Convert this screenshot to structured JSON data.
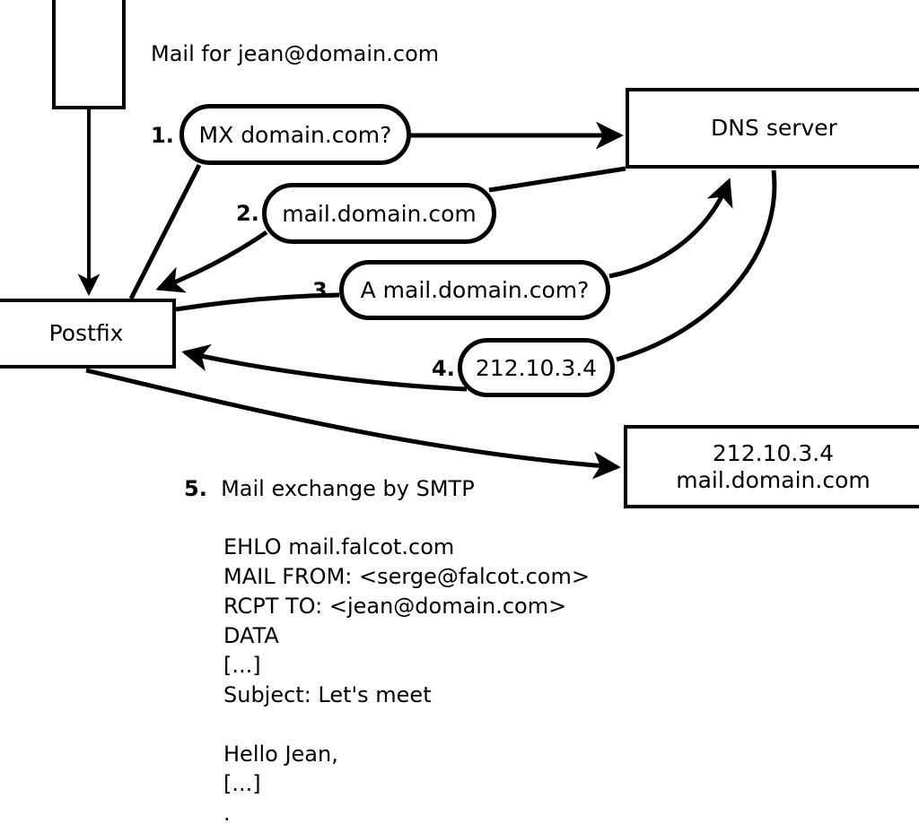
{
  "diagram": {
    "title_text": "Mail for jean@domain.com",
    "nodes": [
      {
        "id": "client",
        "label": ""
      },
      {
        "id": "postfix",
        "label": "Postfix"
      },
      {
        "id": "dns",
        "label": "DNS server"
      },
      {
        "id": "mailserver",
        "line1": "212.10.3.4",
        "line2": "mail.domain.com"
      }
    ],
    "steps": [
      {
        "num": "1.",
        "bubble": "MX domain.com?"
      },
      {
        "num": "2.",
        "bubble": "mail.domain.com"
      },
      {
        "num": "3.",
        "bubble": "A mail.domain.com?"
      },
      {
        "num": "4.",
        "bubble": "212.10.3.4"
      }
    ],
    "smtp": {
      "num": "5.",
      "label": "Mail exchange by SMTP",
      "transcript": "EHLO mail.falcot.com\nMAIL FROM: <serge@falcot.com>\nRCPT TO: <jean@domain.com>\nDATA\n[...]\nSubject: Let's meet\n\nHello Jean,\n[...]\n."
    },
    "colors": {
      "stroke": "#000000",
      "background": "#ffffff"
    }
  }
}
